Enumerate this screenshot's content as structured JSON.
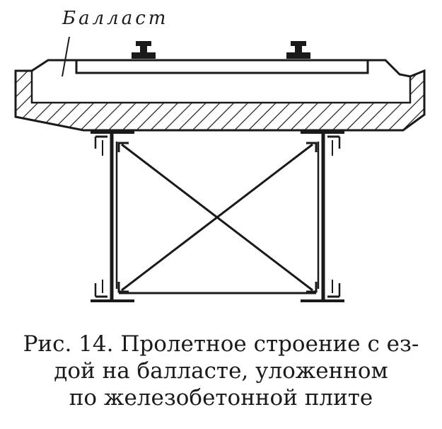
{
  "diagram": {
    "ballast_label": "Балласт"
  },
  "caption": {
    "line1": "Рис. 14. Пролетное строение с ез-",
    "line2": "дой на балласте, уложенном",
    "line3": "по железобетонной плите"
  }
}
